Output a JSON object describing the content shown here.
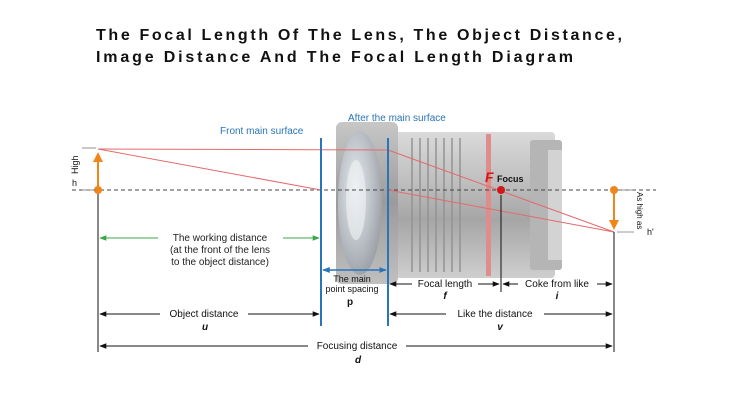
{
  "title": {
    "line1": "The Focal Length Of The Lens, The Object Distance,",
    "line2": "Image Distance And The Focal Length Diagram"
  },
  "labels": {
    "front_main_surface": "Front main surface",
    "after_main_surface": "After the main surface",
    "object_height_word": "High",
    "object_height_symbol": "h",
    "image_height_word": "As high as",
    "image_height_symbol": "h'",
    "focus_symbol": "F",
    "focus_word": "Focus",
    "working_distance": {
      "line1": "The working distance",
      "line2": "(at the front of the lens",
      "line3": "to the object distance)"
    },
    "main_point_spacing": {
      "line1": "The main",
      "line2": "point spacing",
      "symbol": "p"
    },
    "focal_length": {
      "text": "Focal length",
      "symbol": "f"
    },
    "coke_from_like": {
      "text": "Coke from like",
      "symbol": "i"
    },
    "object_distance": {
      "text": "Object distance",
      "symbol": "u"
    },
    "image_distance": {
      "text": "Like the distance",
      "symbol": "v"
    },
    "focusing_distance": {
      "text": "Focusing distance",
      "symbol": "d"
    }
  },
  "colors": {
    "lens_plane": "#2a74b8",
    "object": "#f0861a",
    "ray": "#e46a6a",
    "focus": "#d01818",
    "working": "#39a845",
    "dimension": "#111111"
  },
  "icons": {
    "background": "camera-lens-photo"
  }
}
